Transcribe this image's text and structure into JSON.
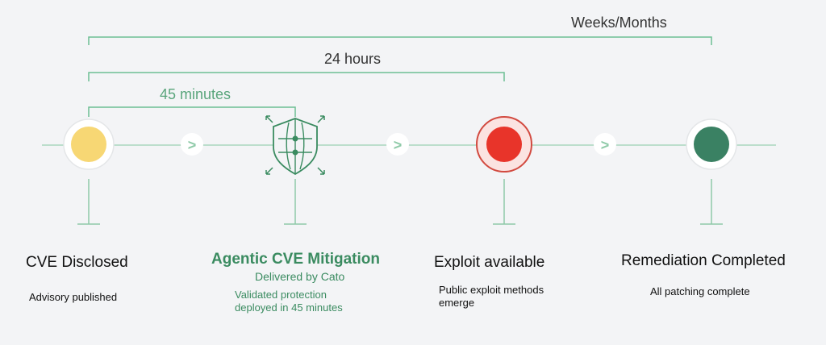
{
  "spans": {
    "weeks_months": "Weeks/Months",
    "hours_24": "24 hours",
    "minutes_45": "45 minutes"
  },
  "stages": [
    {
      "title": "CVE Disclosed",
      "subtitle": "",
      "description": [
        "Advisory published"
      ],
      "color": "#f7d774"
    },
    {
      "title": "Agentic CVE Mitigation",
      "subtitle": "Delivered by Cato",
      "description": [
        "Validated protection",
        "deployed in 45 minutes"
      ],
      "color": "#3a8b60"
    },
    {
      "title": "Exploit available",
      "subtitle": "",
      "description": [
        "Public exploit methods",
        "emerge"
      ],
      "color": "#e8342a"
    },
    {
      "title": "Remediation Completed",
      "subtitle": "",
      "description": [
        "All patching complete"
      ],
      "color": "#3a8163"
    }
  ],
  "connector_glyph": ">",
  "colors": {
    "line": "#a9d6bd",
    "accent_green": "#3a8b60",
    "bracket_green": "#6cbf93"
  }
}
